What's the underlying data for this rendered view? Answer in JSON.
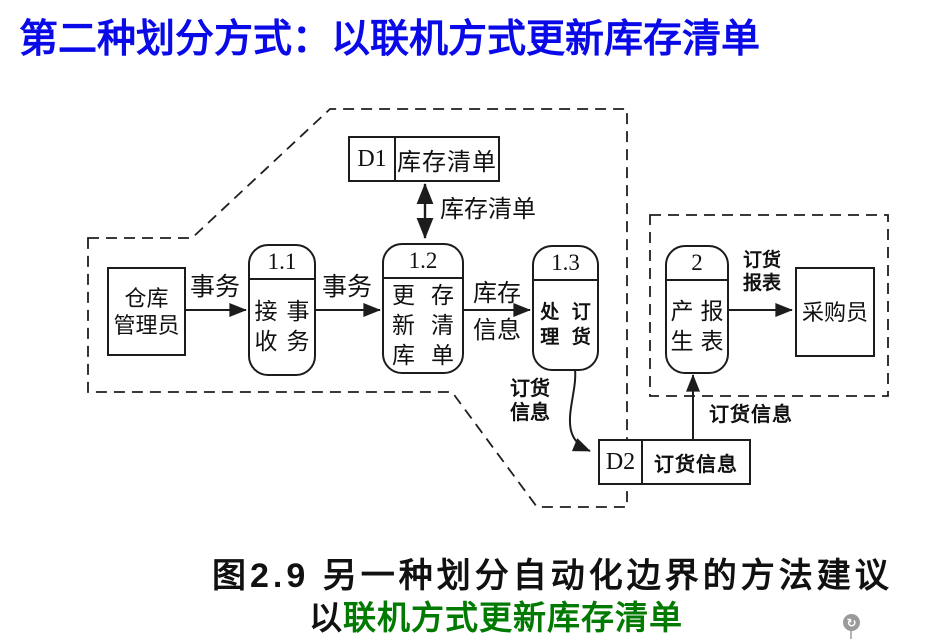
{
  "title": {
    "text": "第二种划分方式：以联机方式更新库存清单"
  },
  "colors": {
    "title_blue": "#0a0ae8",
    "caption_green": "#007a00",
    "diagram_stroke": "#1c1c1c",
    "watermark_gray": "#9a9a9a"
  },
  "diagram": {
    "entities": [
      {
        "name": "仓库管理员",
        "line1": "仓库",
        "line2": "管理员"
      },
      {
        "name": "采购员"
      }
    ],
    "processes": [
      {
        "num": "1.1",
        "line1": "接收",
        "line2": "事务"
      },
      {
        "num": "1.2",
        "line1": "更新库",
        "line2": "存清单"
      },
      {
        "num": "1.3",
        "line1": "处理",
        "line2": "订货"
      },
      {
        "num": "2",
        "line1": "产生",
        "line2": "报表"
      }
    ],
    "stores": [
      {
        "id": "D1",
        "name": "库存清单"
      },
      {
        "id": "D2",
        "name": "订货信息"
      }
    ],
    "flow_labels": {
      "transaction1": "事务",
      "transaction2": "事务",
      "inventory_list": "库存清单",
      "inventory_info_l1": "库存",
      "inventory_info_l2": "信息",
      "order_info_curve_l1": "订货",
      "order_info_curve_l2": "信息",
      "order_info_up": "订货信息",
      "order_report_l1": "订货",
      "order_report_l2": "报表"
    }
  },
  "caption": {
    "line1": "图2.9 另一种划分自动化边界的方法建议",
    "line2_black": "以",
    "line2_green": "联机方式更新库存清单"
  },
  "watermark": {
    "icon_glyph": "↻"
  }
}
